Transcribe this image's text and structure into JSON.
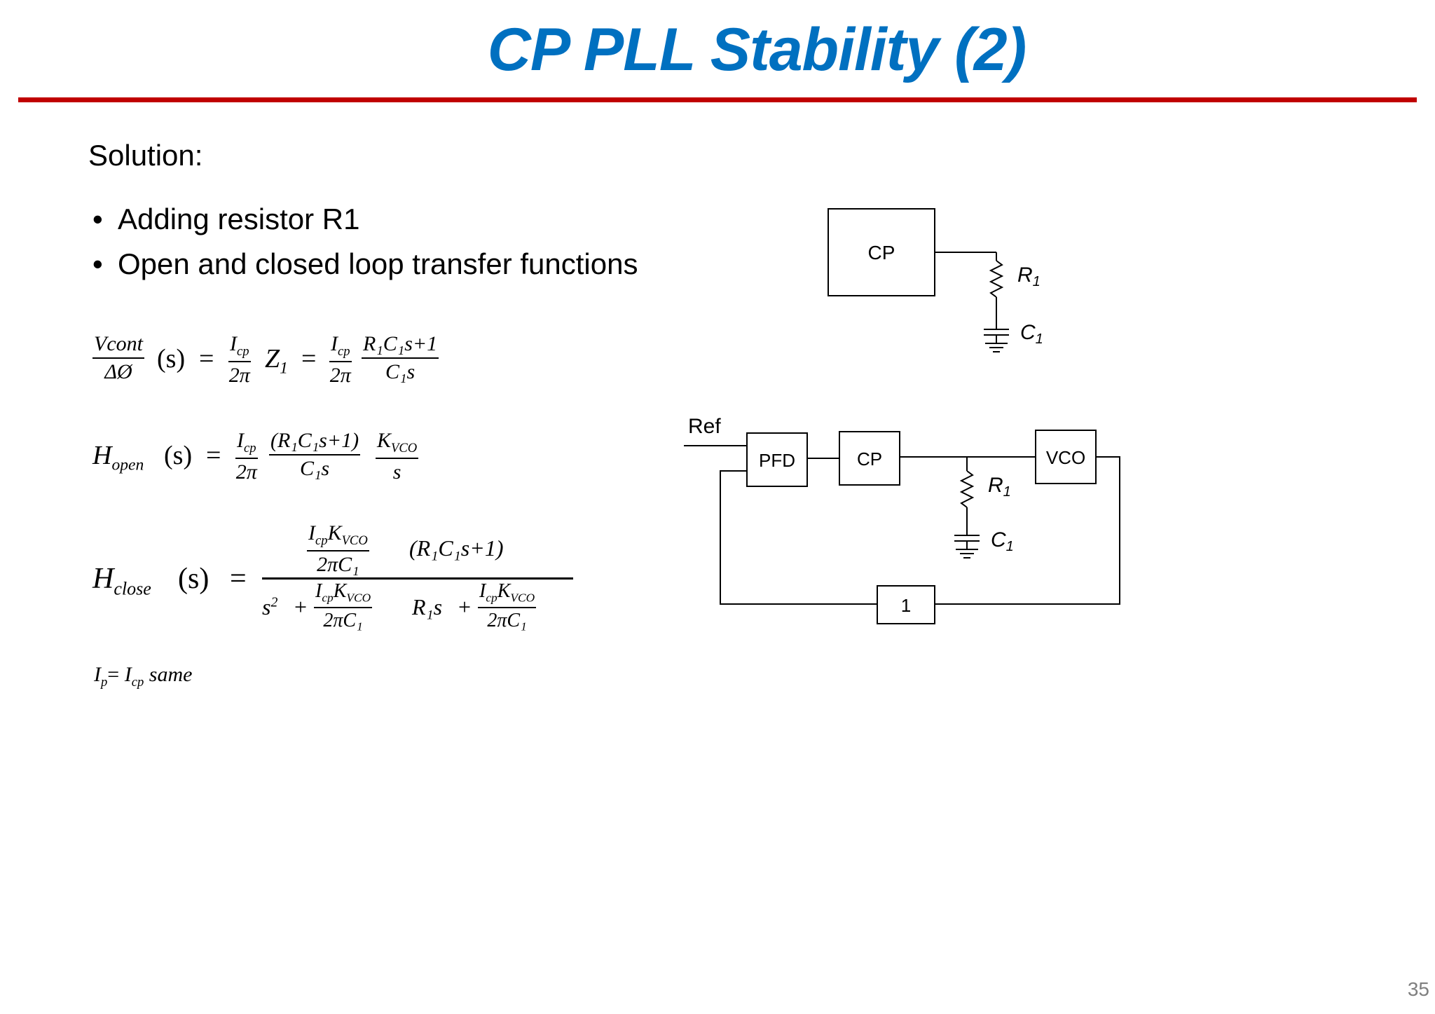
{
  "title": "CP PLL Stability (2)",
  "solution_label": "Solution:",
  "bullets": [
    "Adding resistor R1",
    "Open and closed loop transfer functions"
  ],
  "equations": {
    "eq1": {
      "lhs_num": "Vcont",
      "lhs_den": "ΔØ",
      "s_arg": "(s)",
      "eq": "=",
      "icp": "I",
      "icp_sub": "cp",
      "two_pi": "2π",
      "z": "Z",
      "z_sub": "1",
      "r1c1s1": "R₁C₁s+1",
      "c1s": "C₁s"
    },
    "eq2": {
      "h": "H",
      "h_sub": "open",
      "s_arg": "(s)",
      "eq": "=",
      "icp": "I",
      "icp_sub": "cp",
      "two_pi": "2π",
      "r1c1s1": "(R₁C₁s+1)",
      "c1s": "C₁s",
      "kvco": "K",
      "kvco_sub": "VCO",
      "s": "s"
    },
    "eq3": {
      "h": "H",
      "h_sub": "close",
      "s_arg": "(s)",
      "eq": "=",
      "num_frac_num": "I",
      "cp": "cp",
      "k": "K",
      "vco": "VCO",
      "two_pi_c1": "2πC₁",
      "r1c1s1": "(R₁C₁s+1)",
      "s2": "s",
      "sq": "2",
      "plus": "+",
      "r1s": "R₁s"
    },
    "note": {
      "ip": "I",
      "ip_sub": "p",
      "eq": "=",
      "icp": "I",
      "icp_sub": "cp",
      "same": "same"
    }
  },
  "diagram_top": {
    "block": "CP",
    "r_label": "R",
    "r_sub": "1",
    "c_label": "C",
    "c_sub": "1"
  },
  "diagram_loop": {
    "ref": "Ref",
    "pfd": "PFD",
    "cp": "CP",
    "vco": "VCO",
    "divider": "1",
    "r_label": "R",
    "r_sub": "1",
    "c_label": "C",
    "c_sub": "1"
  },
  "page_number": "35"
}
